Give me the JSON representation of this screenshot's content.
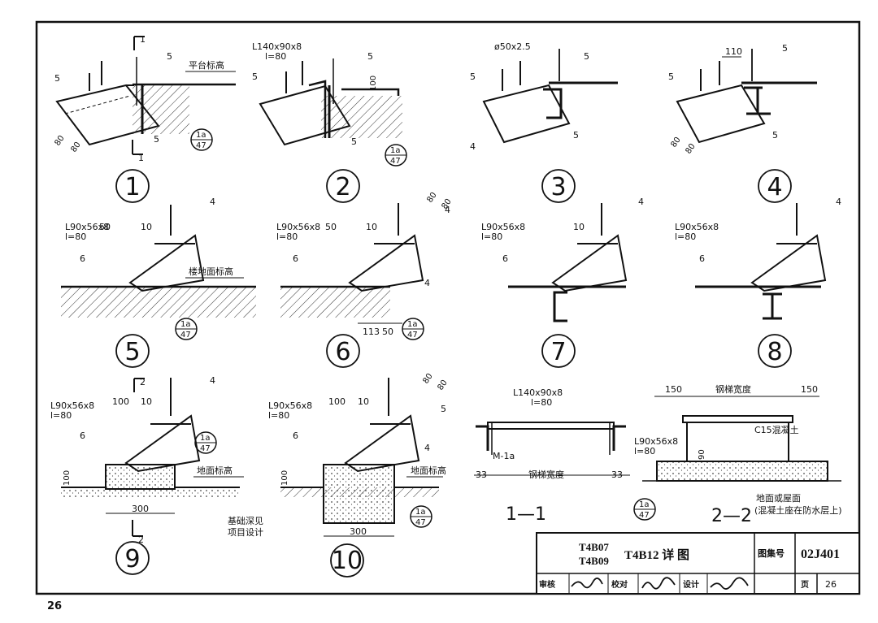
{
  "page_number": "26",
  "details": [
    {
      "id": "d1",
      "number": "1",
      "labels": {
        "size_a": "5",
        "size_b": "5",
        "size_c": "5",
        "level": "平台标高",
        "section": "1",
        "dim_a": "80",
        "dim_b": "80"
      },
      "ref": {
        "top": "1a",
        "bottom": "47"
      }
    },
    {
      "id": "d2",
      "number": "2",
      "labels": {
        "profile": "L140x90x8",
        "length": "l=80",
        "size_a": "5",
        "size_b": "5",
        "size_c": "5",
        "dim": "100"
      },
      "ref": {
        "top": "1a",
        "bottom": "47"
      }
    },
    {
      "id": "d3",
      "number": "3",
      "labels": {
        "profile": "ø50x2.5",
        "size_a": "5",
        "size_b": "5",
        "size_c": "5",
        "size_d": "4"
      }
    },
    {
      "id": "d4",
      "number": "4",
      "labels": {
        "dim": "110",
        "size_a": "5",
        "size_b": "5",
        "size_c": "5",
        "dim_a": "80",
        "dim_b": "80"
      }
    },
    {
      "id": "d5",
      "number": "5",
      "labels": {
        "profile": "L90x56x8",
        "length": "l=80",
        "dim_a": "50",
        "dim_b": "10",
        "size_a": "6",
        "size_b": "4",
        "level": "楼地面标高"
      },
      "ref": {
        "top": "1a",
        "bottom": "47"
      }
    },
    {
      "id": "d6",
      "number": "6",
      "labels": {
        "profile": "L90x56x8",
        "length": "l=80",
        "dim_a": "50",
        "dim_b": "10",
        "size_a": "6",
        "size_b": "4",
        "size_c": "4",
        "dim_c": "80",
        "dim_d": "80",
        "dim_e": "113",
        "dim_f": "50"
      },
      "ref": {
        "top": "1a",
        "bottom": "47"
      }
    },
    {
      "id": "d7",
      "number": "7",
      "labels": {
        "profile": "L90x56x8",
        "length": "l=80",
        "dim": "10",
        "size_a": "6",
        "size_b": "4"
      }
    },
    {
      "id": "d8",
      "number": "8",
      "labels": {
        "profile": "L90x56x8",
        "length": "l=80",
        "size_a": "6",
        "size_b": "4"
      }
    },
    {
      "id": "d9",
      "number": "9",
      "labels": {
        "profile": "L90x56x8",
        "length": "l=80",
        "dim_a": "100",
        "dim_b": "10",
        "size_a": "6",
        "size_b": "4",
        "level": "地面标高",
        "dim_c": "100",
        "dim_d": "300",
        "section": "2"
      },
      "ref": {
        "top": "1a",
        "bottom": "47"
      }
    },
    {
      "id": "d10",
      "number": "10",
      "labels": {
        "profile": "L90x56x8",
        "length": "l=80",
        "dim_a": "100",
        "dim_b": "10",
        "size_a": "6",
        "size_b": "4",
        "level": "地面标高",
        "dim_c": "100",
        "dim_d": "300",
        "dim_e": "80",
        "dim_f": "80",
        "note_1": "基础深见",
        "note_2": "项目设计"
      },
      "ref": {
        "top": "1a",
        "bottom": "47"
      }
    }
  ],
  "section_1": {
    "title": "1—1",
    "profile": "L140x90x8",
    "length": "l=80",
    "size": "5",
    "anchor": "M-1a",
    "dim_a": "33",
    "dim_b": "33",
    "width": "钢梯宽度"
  },
  "section_2": {
    "title": "2—2",
    "dim_a": "150",
    "dim_b": "150",
    "width": "钢梯宽度",
    "concrete": "C15混凝土",
    "profile": "L90x56x8",
    "length": "l=80",
    "dim_c": "90",
    "note_1": "地面或屋面",
    "note_2": "(混凝土座在防水层上)",
    "ref_top": "1a",
    "ref_bottom": "47"
  },
  "title_block": {
    "code_1": "T4B07",
    "code_2": "T4B09",
    "code_3": "T4B12 详 图",
    "atlas_label": "图集号",
    "atlas_no": "02J401",
    "review_label": "审核",
    "check_label": "校对",
    "design_label": "设计",
    "page_label": "页",
    "page_no": "26"
  }
}
